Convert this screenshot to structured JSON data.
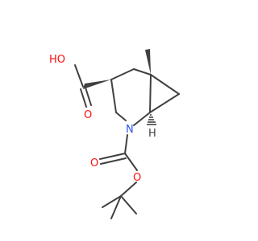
{
  "structure": {
    "atoms": {
      "hydroxyl": "HO",
      "carbonyl_acid_o": "O",
      "ring_n": "N",
      "carbamate_o": "O",
      "ester_o": "O",
      "bridgehead_h": "H"
    },
    "colors": {
      "bond": "#404040",
      "oxygen": "#ff0d0d",
      "nitrogen": "#3050f8",
      "hydrogen": "#404040",
      "background": "#ffffff"
    }
  }
}
